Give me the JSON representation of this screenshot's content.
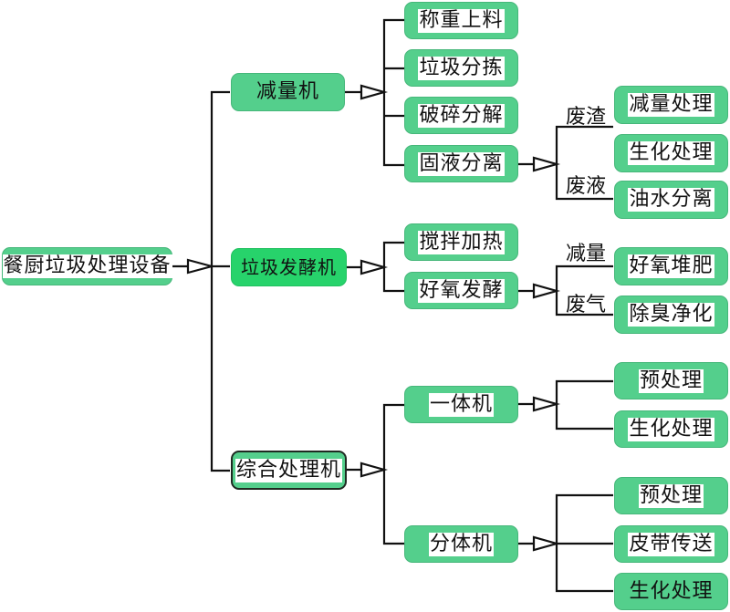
{
  "diagram": {
    "title": "餐厨垃圾处理设备",
    "root": {
      "label": "餐厨垃圾处理设备"
    },
    "branches": [
      {
        "label": "减量机",
        "children": [
          "称重上料",
          "垃圾分拣",
          "破碎分解",
          "固液分离"
        ],
        "sub": {
          "from": "固液分离",
          "edge_labels": [
            "废渣",
            "废液"
          ],
          "children": [
            "减量处理",
            "生化处理",
            "油水分离"
          ]
        }
      },
      {
        "label": "垃圾发酵机",
        "children": [
          "搅拌加热",
          "好氧发酵"
        ],
        "sub": {
          "from": "好氧发酵",
          "edge_labels": [
            "减量",
            "废气"
          ],
          "children": [
            "好氧堆肥",
            "除臭净化"
          ]
        }
      },
      {
        "label": "综合处理机",
        "children": [
          "一体机",
          "分体机"
        ],
        "subs": [
          {
            "from": "一体机",
            "children": [
              "预处理",
              "生化处理"
            ]
          },
          {
            "from": "分体机",
            "children": [
              "预处理",
              "皮带传送",
              "生化处理"
            ]
          }
        ]
      }
    ],
    "colors": {
      "node_fill": "#54cf8c",
      "node_fill_highlight": "#27d36b",
      "line": "#111111"
    }
  }
}
